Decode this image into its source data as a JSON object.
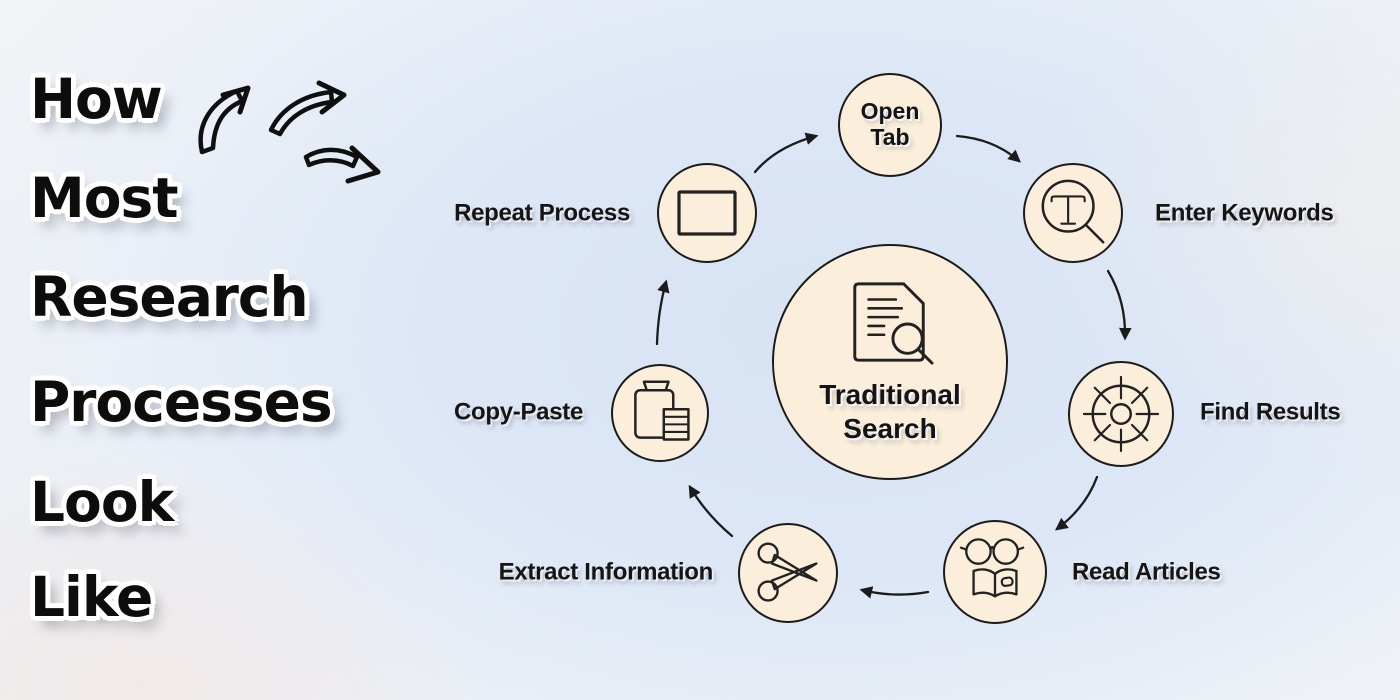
{
  "title": {
    "lines": [
      "How",
      "Most",
      "Research",
      "Processes",
      "Look",
      "Like"
    ]
  },
  "diagram": {
    "center": {
      "title": "Traditional Search",
      "icon": "document-search-icon"
    },
    "nodes": [
      {
        "id": "open-tab",
        "label": "Open Tab",
        "icon": "none",
        "label_position": "inside"
      },
      {
        "id": "enter-keywords",
        "label": "Enter Keywords",
        "icon": "text-search-icon",
        "label_position": "right"
      },
      {
        "id": "find-results",
        "label": "Find Results",
        "icon": "sun-icon",
        "label_position": "right"
      },
      {
        "id": "read-articles",
        "label": "Read Articles",
        "icon": "glasses-book-icon",
        "label_position": "right"
      },
      {
        "id": "extract-information",
        "label": "Extract Information",
        "icon": "scissors-icon",
        "label_position": "left"
      },
      {
        "id": "copy-paste",
        "label": "Copy-Paste",
        "icon": "clipboard-icon",
        "label_position": "left"
      },
      {
        "id": "repeat-process",
        "label": "Repeat Process",
        "icon": "window-icon",
        "label_position": "left"
      }
    ],
    "flow_order": [
      "open-tab",
      "enter-keywords",
      "find-results",
      "read-articles",
      "extract-information",
      "copy-paste",
      "repeat-process",
      "open-tab"
    ]
  },
  "colors": {
    "node_fill": "#FBEFDB",
    "node_stroke": "#1B1B1B",
    "background_blue": "#D7E2F4",
    "background_edge": "#F5F5F4",
    "text": "#141414"
  }
}
